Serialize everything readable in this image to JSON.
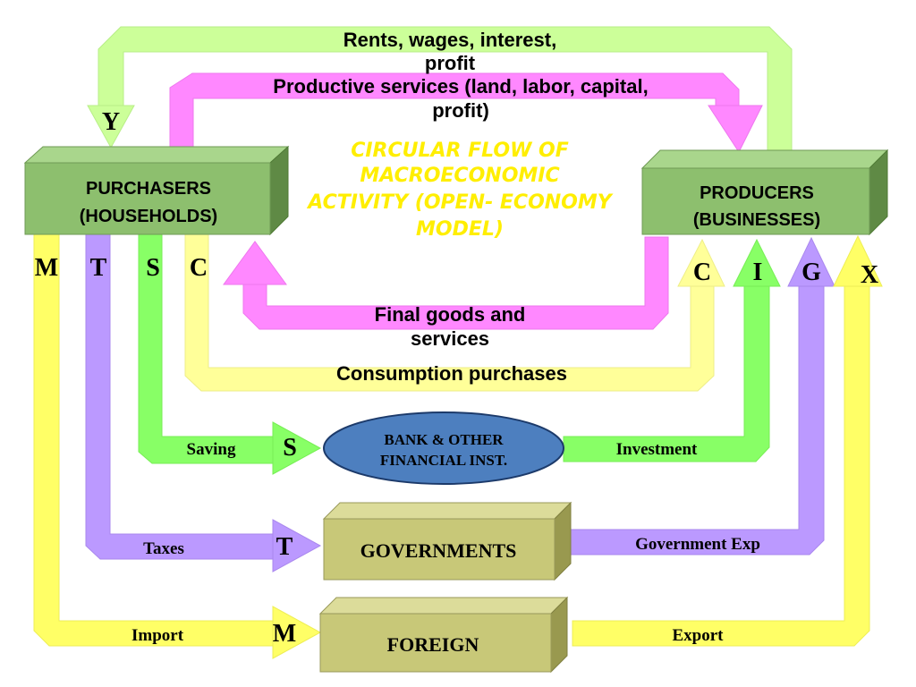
{
  "diagram": {
    "title_lines": [
      "CIRCULAR FLOW OF",
      "MACROECONOMIC",
      "ACTIVITY (OPEN- ECONOMY",
      "MODEL)"
    ],
    "households_lines": [
      "PURCHASERS",
      "(HOUSEHOLDS)"
    ],
    "producers_lines": [
      "PRODUCERS",
      "(BUSINESSES)"
    ],
    "bank_lines": [
      "BANK & OTHER",
      "FINANCIAL INST."
    ],
    "governments": "GOVERNMENTS",
    "foreign": "FOREIGN",
    "flows": {
      "rents_lines": [
        "Rents, wages, interest,",
        "profit"
      ],
      "productive_lines": [
        "Productive services (land, labor, capital,",
        "profit)"
      ],
      "final_goods_lines": [
        "Final goods and",
        "services"
      ],
      "consumption": "Consumption purchases",
      "saving": "Saving",
      "investment": "Investment",
      "taxes": "Taxes",
      "gov_exp": "Government Exp",
      "import": "Import",
      "export": "Export"
    },
    "letters": {
      "y": "Y",
      "m": "M",
      "t": "T",
      "s": "S",
      "c_left": "C",
      "c_right": "C",
      "i": "I",
      "g": "G",
      "x": "X",
      "s_bank": "S",
      "t_gov": "T",
      "m_foreign": "M"
    },
    "colors": {
      "income_flow": "#ccff99",
      "services_flow": "#ff88ff",
      "consumption_flow": "#ffff99",
      "saving_flow": "#88ff66",
      "tax_flow": "#bb99ff",
      "trade_flow": "#ffff66",
      "household_box": "#8dbf6e",
      "sector_box": "#c8c878",
      "bank": "#4d7fbf",
      "title": "#ffee00"
    }
  }
}
